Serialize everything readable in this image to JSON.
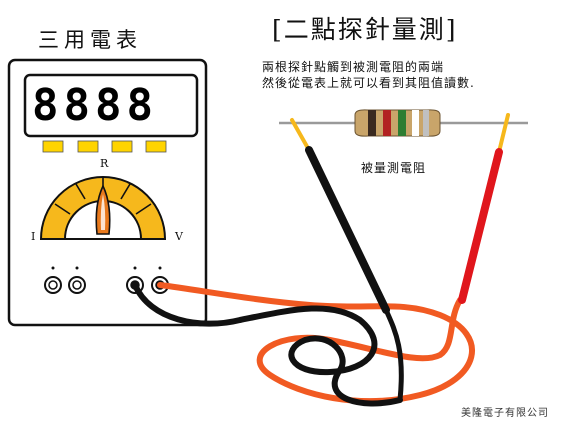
{
  "title_meter": "三用電表",
  "title_method": "[二點探針量測]",
  "description": [
    "兩根探針點觸到被測電阻的兩端",
    "然後從電表上就可以看到其阻值讀數."
  ],
  "resistor_label": "被量測電阻",
  "meter": {
    "display_value": "8888",
    "dial_labels": {
      "top": "R",
      "left": "I",
      "right": "V"
    }
  },
  "company": "美隆電子有限公司",
  "colors": {
    "display_buttons": "#ffd400",
    "dial": "#f6b81c",
    "probe_red": "#e0161c",
    "probe_black": "#111111",
    "probe_tip": "#f6b81c",
    "resistor_body": "#c9a56a"
  }
}
